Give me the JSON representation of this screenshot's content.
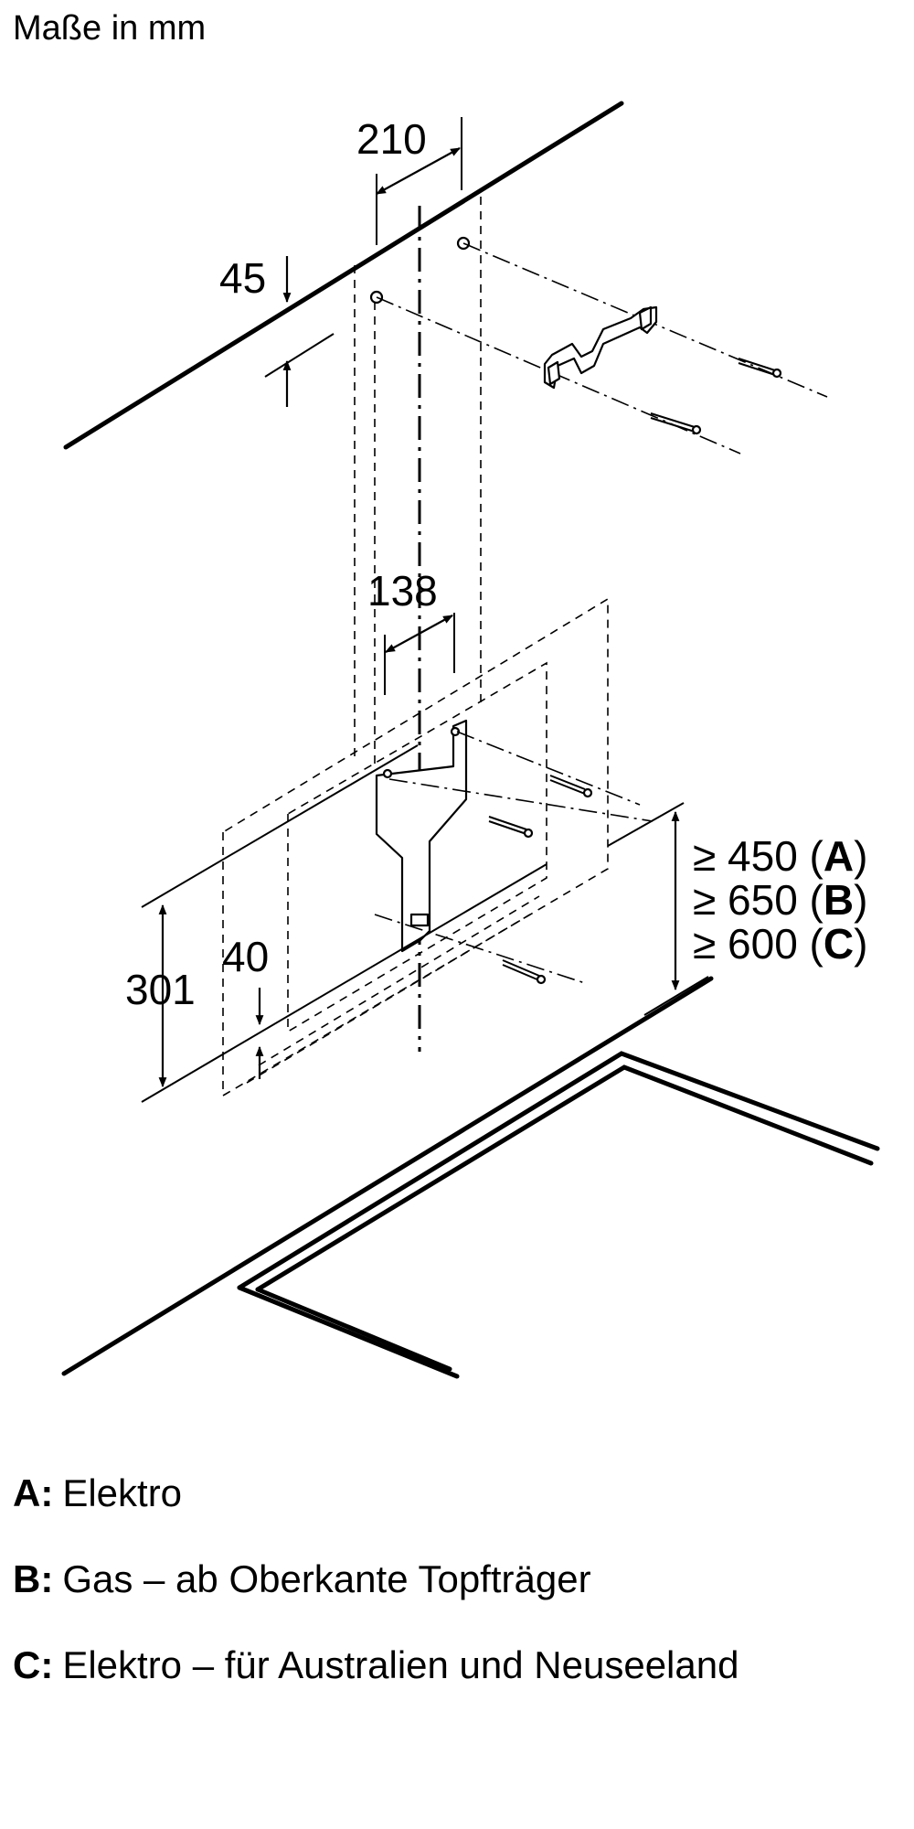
{
  "title": "Maße in mm",
  "dimensions": {
    "d210": "210",
    "d45": "45",
    "d138": "138",
    "d40": "40",
    "d301": "301",
    "clearance": [
      {
        "prefix": "≥ 450 (",
        "key": "A",
        "suffix": ")"
      },
      {
        "prefix": "≥ 650 (",
        "key": "B",
        "suffix": ")"
      },
      {
        "prefix": "≥ 600 (",
        "key": "C",
        "suffix": ")"
      }
    ]
  },
  "legend": [
    {
      "key": "A:",
      "text": "Elektro"
    },
    {
      "key": "B:",
      "text": "Gas – ab Oberkante Topfträger"
    },
    {
      "key": "C:",
      "text": "Elektro – für Australien und Neuseeland"
    }
  ]
}
